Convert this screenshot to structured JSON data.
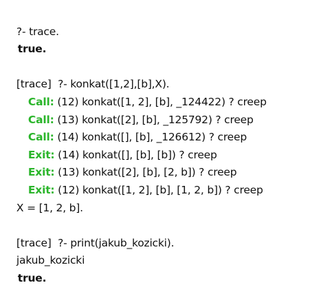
{
  "console": {
    "lines": [
      {
        "kind": "text",
        "text": "?- trace."
      },
      {
        "kind": "bold",
        "text": "true."
      },
      {
        "kind": "blank"
      },
      {
        "kind": "text",
        "text": "[trace]  ?- konkat([1,2],[b],X)."
      },
      {
        "kind": "trace",
        "port": "Call:",
        "text": " (12) konkat([1, 2], [b], _124422) ? creep"
      },
      {
        "kind": "trace",
        "port": "Call:",
        "text": " (13) konkat([2], [b], _125792) ? creep"
      },
      {
        "kind": "trace",
        "port": "Call:",
        "text": " (14) konkat([], [b], _126612) ? creep"
      },
      {
        "kind": "trace",
        "port": "Exit:",
        "text": " (14) konkat([], [b], [b]) ? creep"
      },
      {
        "kind": "trace",
        "port": "Exit:",
        "text": " (13) konkat([2], [b], [2, b]) ? creep"
      },
      {
        "kind": "trace",
        "port": "Exit:",
        "text": " (12) konkat([1, 2], [b], [1, 2, b]) ? creep"
      },
      {
        "kind": "text",
        "text": "X = [1, 2, b]."
      },
      {
        "kind": "blank"
      },
      {
        "kind": "text",
        "text": "[trace]  ?- print(jakub_kozicki)."
      },
      {
        "kind": "text",
        "text": "jakub_kozicki"
      },
      {
        "kind": "bold",
        "text": "true."
      }
    ]
  },
  "colors": {
    "port": "#2bb52b",
    "text": "#111111",
    "background": "#ffffff"
  }
}
